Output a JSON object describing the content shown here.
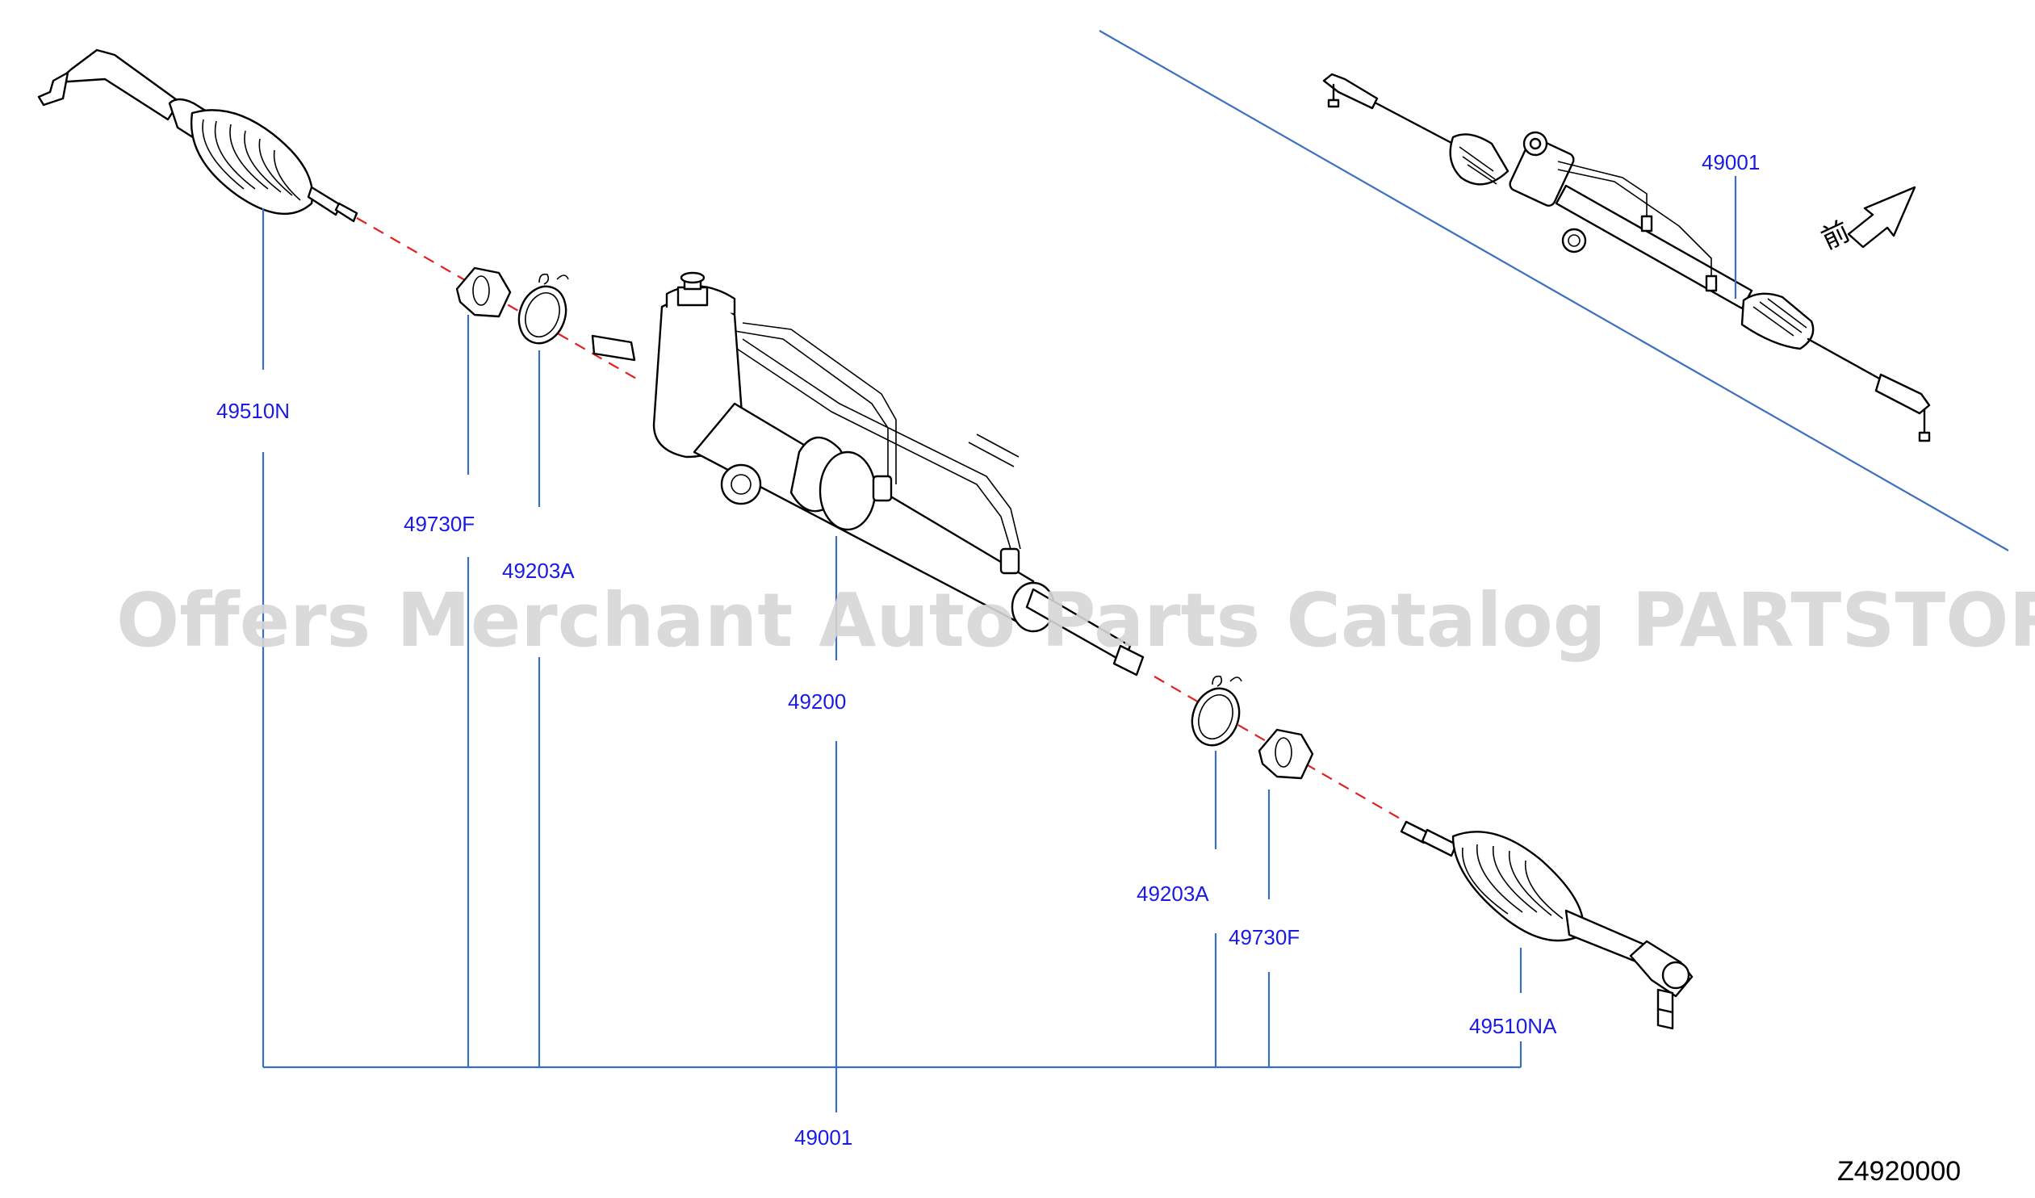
{
  "watermark": "Offers Merchant Auto Parts Catalog PARTSTORE.SA",
  "diagram_code": "Z4920000",
  "front_glyph": "前",
  "parts": {
    "tie_rod_left": "49510N",
    "lock_nut_left": "49730F",
    "boot_clamp_left": "49203A",
    "rack_assembly": "49200",
    "gear_assembly": "49001",
    "boot_clamp_right": "49203A",
    "lock_nut_right": "49730F",
    "tie_rod_right": "49510NA",
    "inset_assembly": "49001"
  },
  "colors": {
    "label": "#1a1ae6",
    "leader": "#3b6fc2",
    "centerline": "#e02020",
    "watermark": "#d6d6d6"
  }
}
